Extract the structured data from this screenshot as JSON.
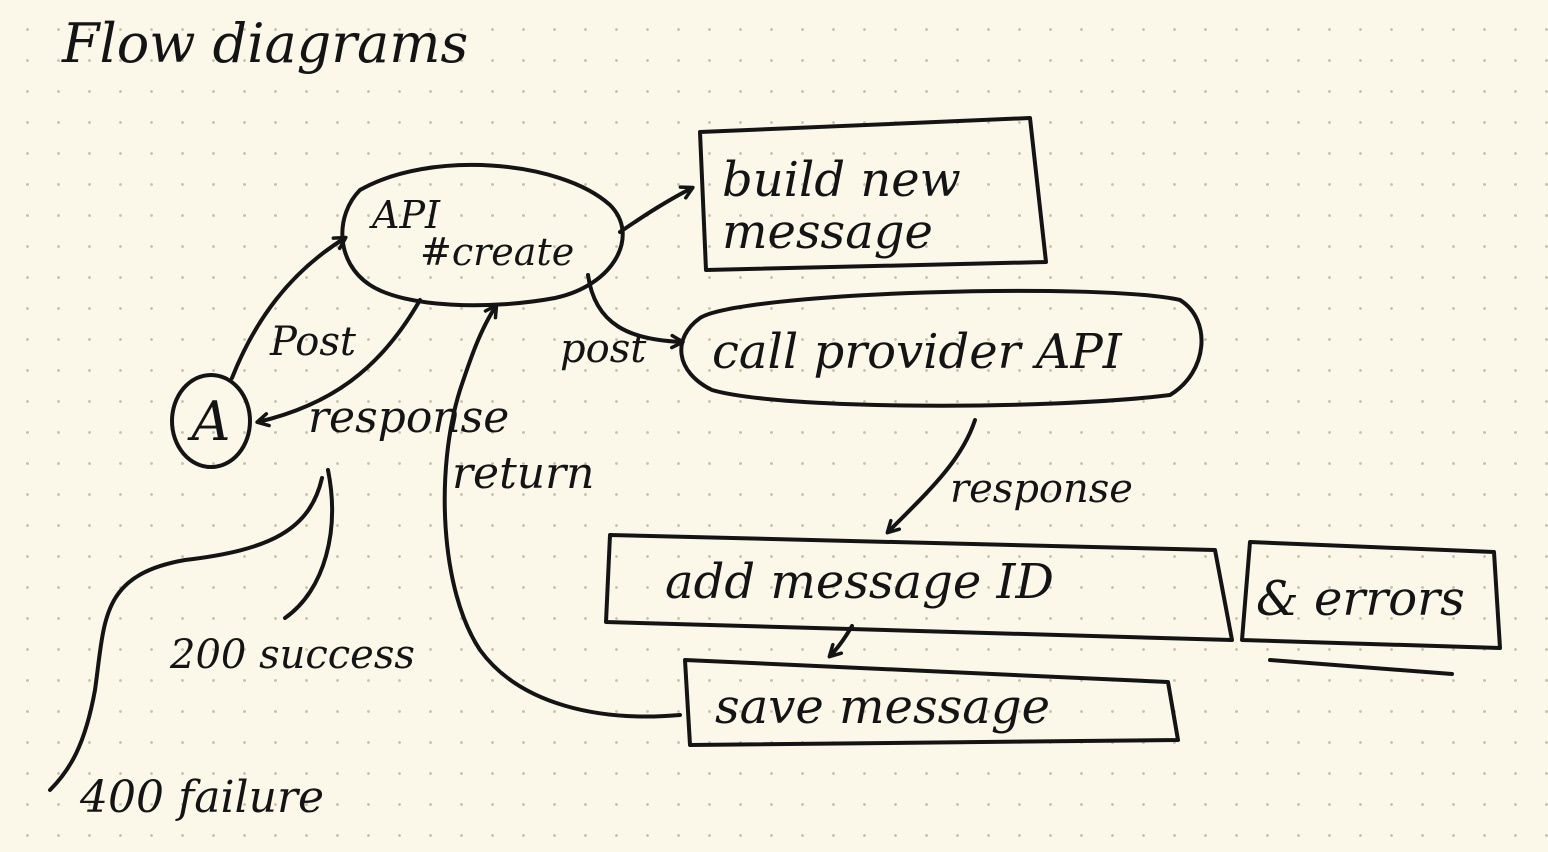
{
  "title": "Flow diagrams",
  "nodes": {
    "actor": "A",
    "api": {
      "line1": "API",
      "line2": "#create"
    },
    "build": {
      "line1": "build new",
      "line2": "message"
    },
    "provider": "call provider API",
    "add_id": "add message ID",
    "errors": "& errors",
    "save": "save message"
  },
  "edges": {
    "post_to_api": "Post",
    "response_to_actor": "response",
    "post_to_provider": "post",
    "provider_response": "response",
    "return": "return"
  },
  "notes": {
    "success": "200 success",
    "failure": "400 failure"
  },
  "colors": {
    "ink": "#141414",
    "paper": "#fbf8ea",
    "dots": "#c9c5b3"
  }
}
